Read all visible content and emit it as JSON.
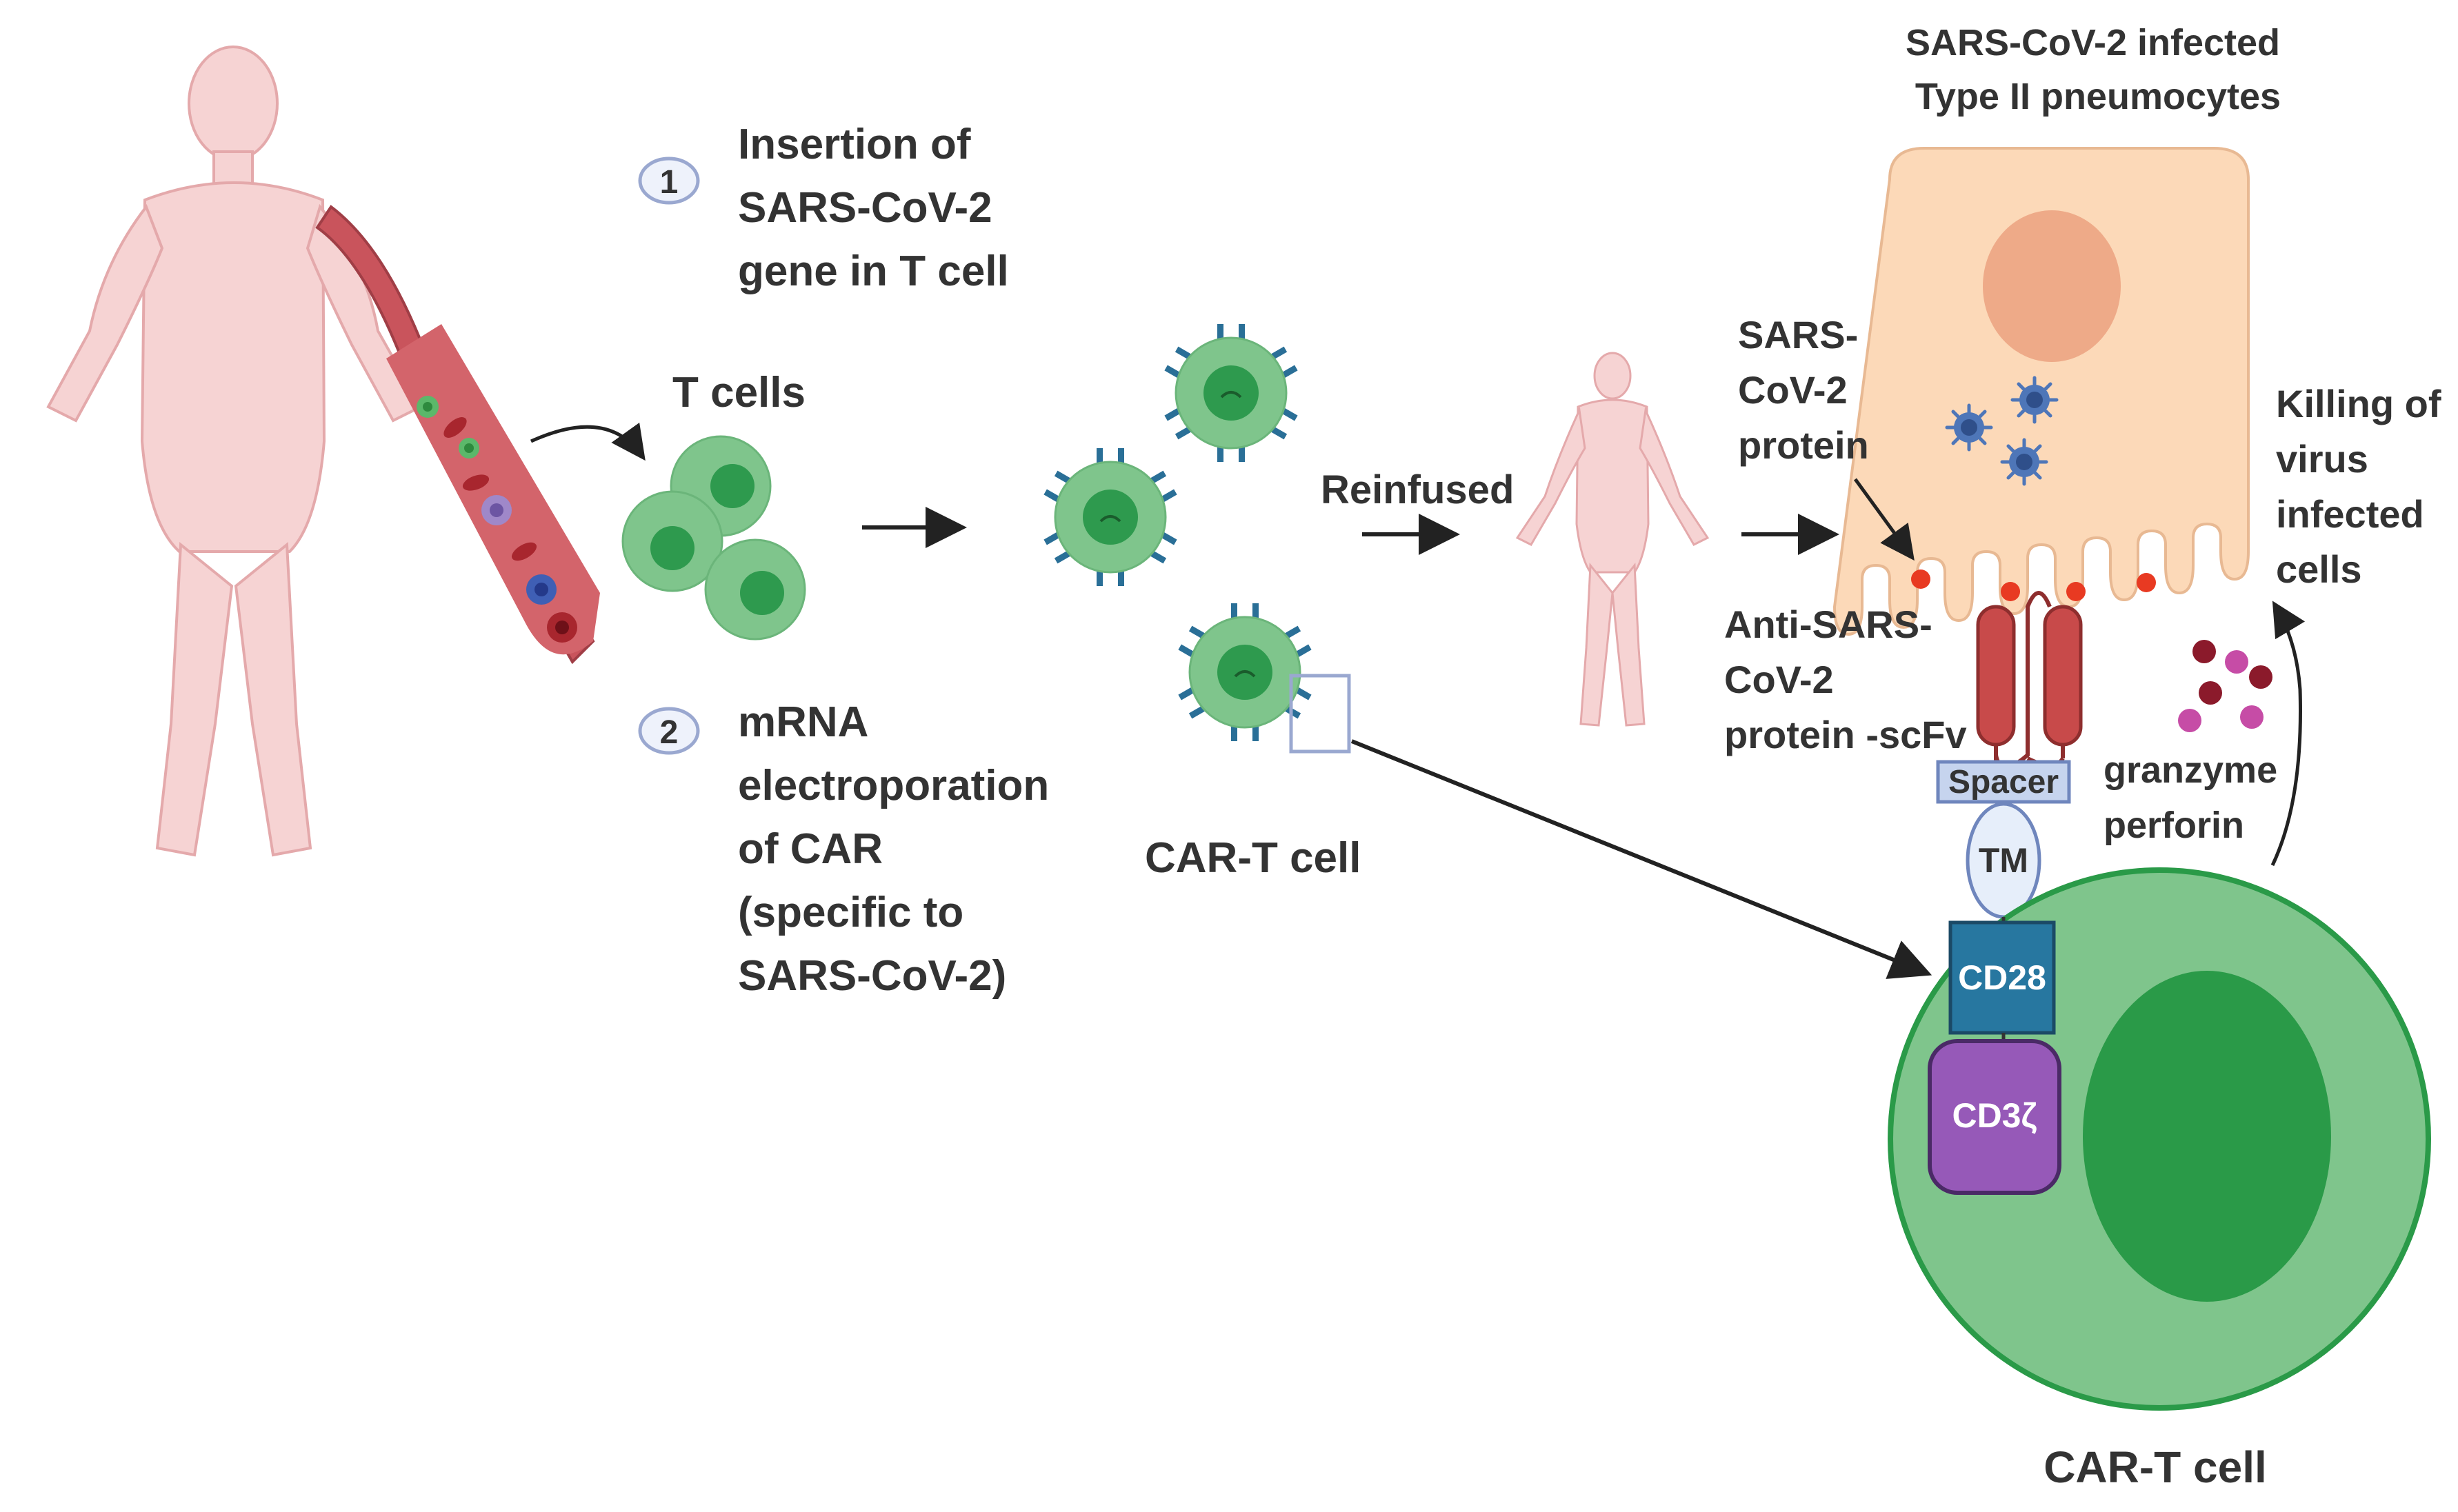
{
  "steps": {
    "step1": {
      "number": "1",
      "lines": [
        "Insertion of",
        "SARS-CoV-2",
        "gene in T cell"
      ]
    },
    "step2": {
      "number": "2",
      "lines": [
        "mRNA",
        "electroporation",
        "of CAR",
        "(specific to",
        "SARS-CoV-2)"
      ]
    }
  },
  "labels": {
    "t_cells": "T cells",
    "car_t_cell_mid": "CAR-T cell",
    "reinfused": "Reinfused",
    "infected_cell_title": [
      "SARS-CoV-2 infected",
      "Type II pneumocytes"
    ],
    "sars_protein": [
      "SARS-",
      "CoV-2",
      "protein"
    ],
    "killing": [
      "Killing of",
      "virus",
      "infected",
      "cells"
    ],
    "scfv": [
      "Anti-SARS-",
      "CoV-2",
      "protein -scFv"
    ],
    "spacer": "Spacer",
    "tm": "TM",
    "cd28": "CD28",
    "cd3z": "CD3ζ",
    "granzyme": [
      "granzyme",
      "perforin"
    ],
    "car_t_cell_big": "CAR-T cell"
  },
  "colors": {
    "skin": "#f6d3d3",
    "skin_outline": "#e4a9ab",
    "vessel": "#c9545c",
    "tcell_outer": "#7fc58c",
    "tcell_inner": "#2e9a4e",
    "antibody": "#2a6f97",
    "pneumocyte": "#fcd9b8",
    "nucleus": "#eeaa88",
    "virus": "#4e76b8",
    "scfv": "#c84a4a",
    "spacer": "#c6d4ee",
    "tm": "#e6eefa",
    "cd28": "#2777a0",
    "cd3z": "#9659b8",
    "big_cell_outer": "#7fc58c",
    "big_cell_inner": "#2a9a48",
    "granzyme_dark": "#8b1a2b",
    "perforin_pink": "#c64ca6"
  }
}
